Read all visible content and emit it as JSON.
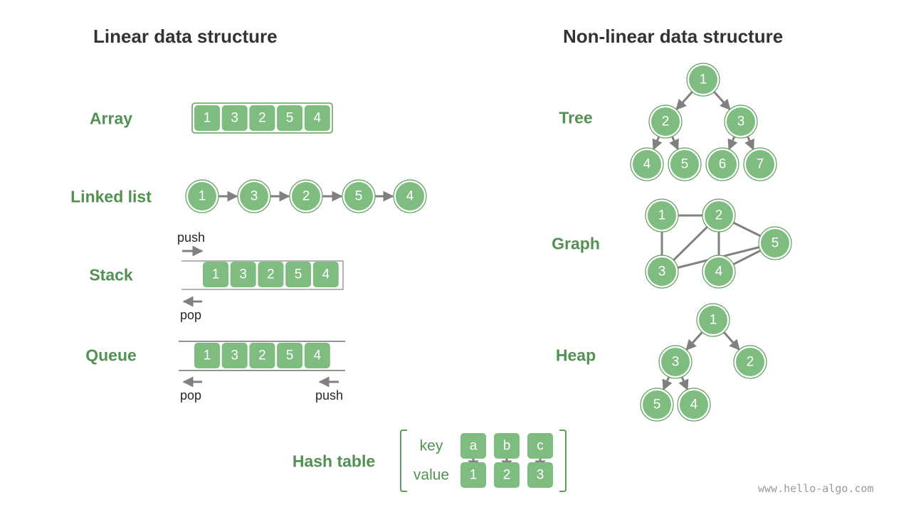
{
  "titles": {
    "linear": "Linear data structure",
    "nonlinear": "Non-linear data structure"
  },
  "labels": {
    "array": "Array",
    "linked_list": "Linked list",
    "stack": "Stack",
    "queue": "Queue",
    "hash_table": "Hash table",
    "tree": "Tree",
    "graph": "Graph",
    "heap": "Heap"
  },
  "array": {
    "values": [
      "1",
      "3",
      "2",
      "5",
      "4"
    ]
  },
  "linked_list": {
    "values": [
      "1",
      "3",
      "2",
      "5",
      "4"
    ]
  },
  "stack": {
    "values": [
      "1",
      "3",
      "2",
      "5",
      "4"
    ],
    "push_label": "push",
    "pop_label": "pop"
  },
  "queue": {
    "values": [
      "1",
      "3",
      "2",
      "5",
      "4"
    ],
    "push_label": "push",
    "pop_label": "pop"
  },
  "hash_table": {
    "key_label": "key",
    "value_label": "value",
    "keys": [
      "a",
      "b",
      "c"
    ],
    "values": [
      "1",
      "2",
      "3"
    ]
  },
  "tree": {
    "nodes": [
      "1",
      "2",
      "3",
      "4",
      "5",
      "6",
      "7"
    ],
    "edges": [
      [
        "1",
        "2"
      ],
      [
        "1",
        "3"
      ],
      [
        "2",
        "4"
      ],
      [
        "2",
        "5"
      ],
      [
        "3",
        "6"
      ],
      [
        "3",
        "7"
      ]
    ]
  },
  "graph": {
    "nodes": [
      "1",
      "2",
      "3",
      "4",
      "5"
    ],
    "edges": [
      [
        "1",
        "2"
      ],
      [
        "1",
        "3"
      ],
      [
        "2",
        "3"
      ],
      [
        "2",
        "5"
      ],
      [
        "2",
        "4"
      ],
      [
        "3",
        "5"
      ],
      [
        "5",
        "4"
      ]
    ]
  },
  "heap": {
    "nodes": [
      "1",
      "3",
      "2",
      "5",
      "4"
    ],
    "edges": [
      [
        "1",
        "3"
      ],
      [
        "1",
        "2"
      ],
      [
        "3",
        "5"
      ],
      [
        "3",
        "4"
      ]
    ]
  },
  "watermark": "www.hello-algo.com",
  "colors": {
    "node_fill": "#7fbc7f",
    "node_stroke": "#5c9e5c",
    "label_green": "#529152",
    "edge_gray": "#808080",
    "heading": "#333333"
  }
}
